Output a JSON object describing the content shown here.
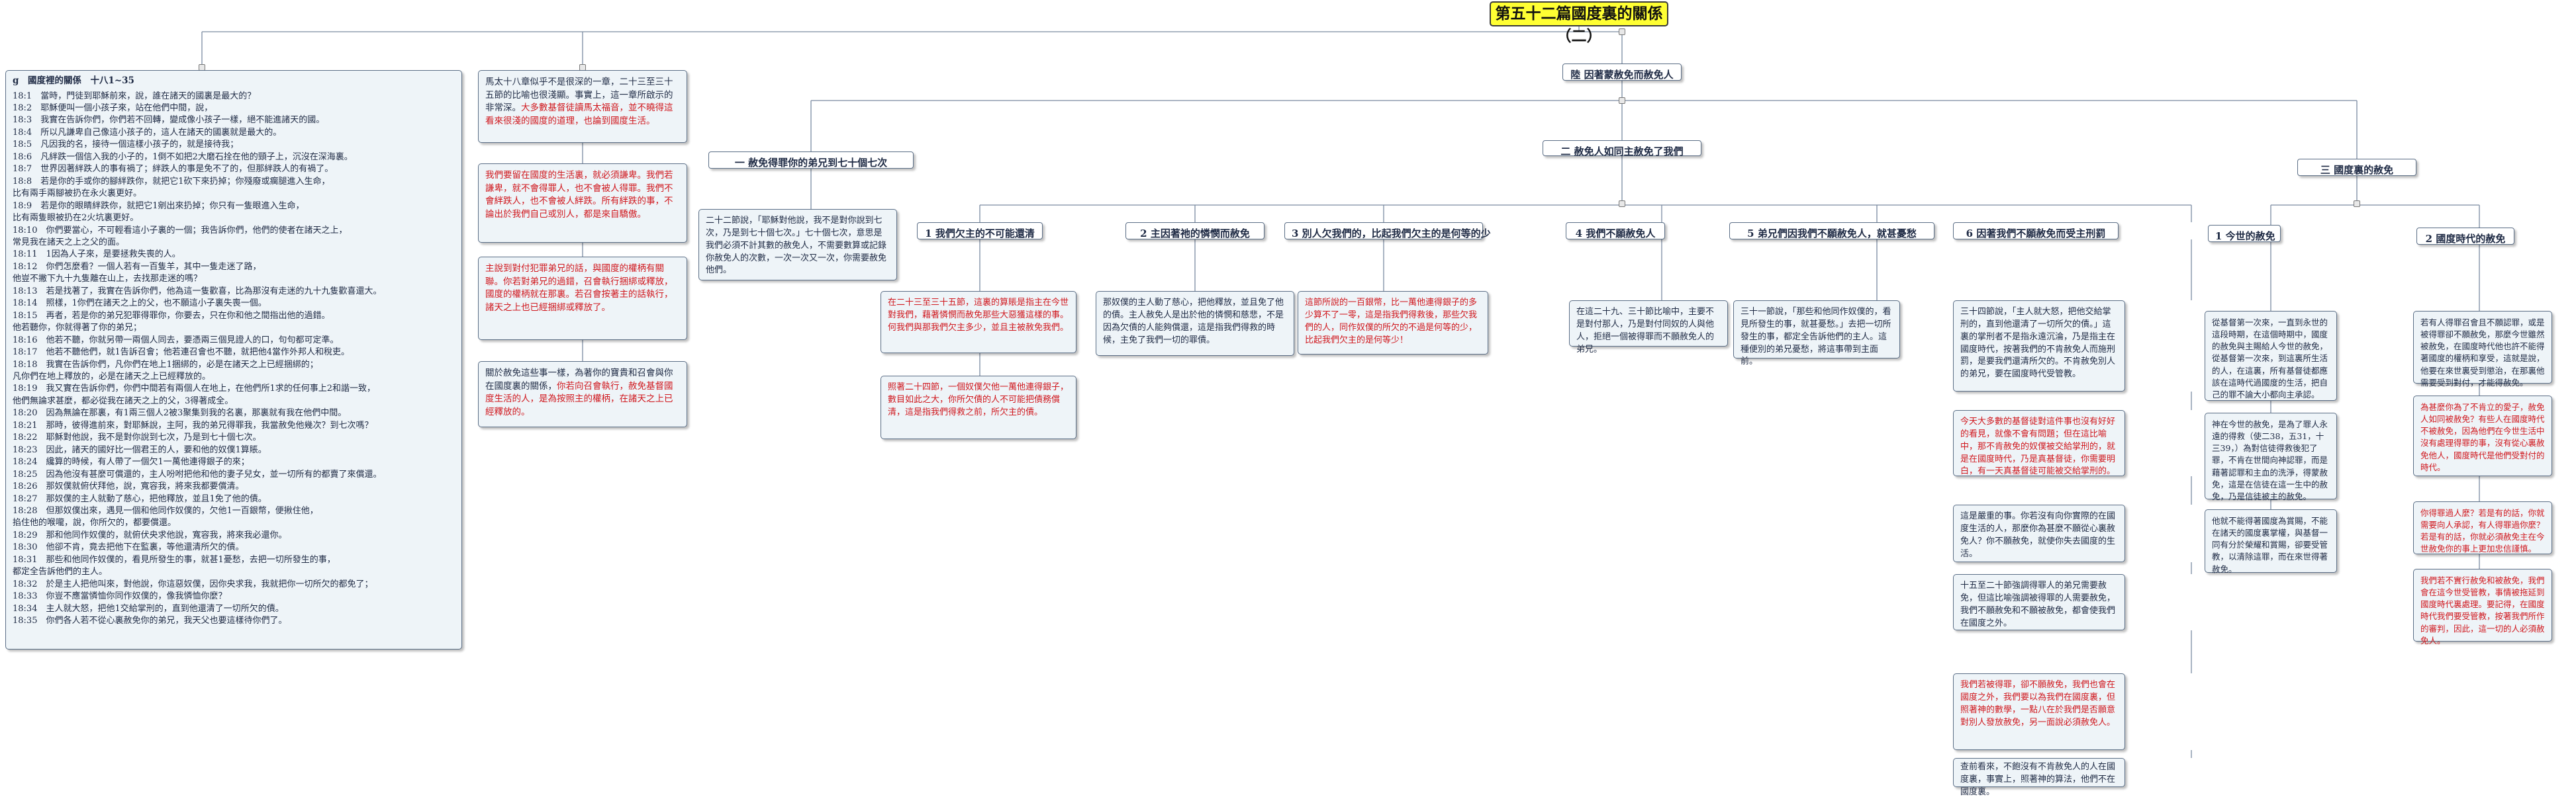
{
  "title": "第五十二篇國度裏的關係（二）",
  "colors": {
    "title_bg": "#ffff33",
    "box_bg": "#eef4f8",
    "red": "#d0181e",
    "line": "#7a8aa0"
  },
  "verses": {
    "heading": "g　國度裡的關係　十八1~35",
    "lines": [
      "18:1　當時，門徒到耶穌前來，說，誰在諸天的國裏是最大的？",
      "18:2　耶穌便叫一個小孩子來，站在他們中間，說，",
      "18:3　我實在告訴你們，你們若不回轉，變成像小孩子一樣，絕不能進諸天的國。",
      "18:4　所以凡謙卑自己像這小孩子的，這人在諸天的國裏就是最大的。",
      "18:5　凡因我的名，接待一個這樣小孩子的，就是接待我；",
      "18:6　凡絆跌一個信入我的小子的，1倒不如把2大磨石拴在他的頸子上，沉沒在深海裏。",
      "18:7　世界因著絆跌人的事有禍了；絆跌人的事是免不了的，但那絆跌人的有禍了。",
      "18:8　若是你的手或你的腳絆跌你，就把它1砍下來扔掉；你殘廢或瘸腿進入生命，",
      "比有兩手兩腳被扔在永火裏更好。",
      "18:9　若是你的眼睛絆跌你，就把它1剜出來扔掉；你只有一隻眼進入生命，",
      "比有兩隻眼被扔在2火坑裏更好。",
      "18:10　你們要當心，不可輕看這小子裏的一個；我告訴你們，他們的使者在諸天之上，",
      "常見我在諸天之上之父的面。",
      "18:11　1因為人子來，是要拯救失喪的人。",
      "18:12　你們怎麼看？一個人若有一百隻羊，其中一隻走迷了路，",
      "他豈不撇下九十九隻離在山上，去找那走迷的嗎？",
      "18:13　若是找著了，我實在告訴你們，他為這一隻歡喜，比為那沒有走迷的九十九隻歡喜還大。",
      "18:14　照樣，1你們在諸天之上的父，也不願這小子裏失喪一個。",
      "18:15　再者，若是你的弟兄犯罪得罪你，你要去，只在你和他之間指出他的過錯。",
      "他若聽你，你就得著了你的弟兄；",
      "18:16　他若不聽，你就另帶一兩個人同去，要憑兩三個見證人的口，句句都可定準。",
      "18:17　他若不聽他們，就1告訴召會；他若連召會也不聽，就把他4當作外邦人和稅吏。",
      "18:18　我實在告訴你們，凡你們在地上1捆綁的，必是在諸天之上已經捆綁的；",
      "凡你們在地上釋放的，必是在諸天之上已經釋放的。",
      "18:19　我又實在告訴你們，你們中間若有兩個人在地上，在他們所1求的任何事上2和諧一致，",
      "他們無論求甚麼，都必從我在諸天之上的父，3得著成全。",
      "18:20　因為無論在那裏，有1兩三個人2被3聚集到我的名裏，那裏就有我在他們中間。",
      "18:21　那時，彼得進前來，對耶穌說，主阿，我的弟兄得罪我，我當赦免他幾次？到七次嗎？",
      "18:22　耶穌對他說，我不是對你說到七次，乃是到七十個七次。",
      "18:23　因此，諸天的國好比一個君王的人，要和他的奴僕1算賬。",
      "18:24　纔算的時候，有人帶了一個欠1一萬他連得銀子的來；",
      "18:25　因為他沒有甚麼可償還的，主人吩咐把他和他的妻子兒女，並一切所有的都賣了來償還。",
      "18:26　那奴僕就俯伏拜他，說，寬容我，將來我都要償清。",
      "18:27　那奴僕的主人就動了慈心，把他釋放，並且1免了他的債。",
      "18:28　但那奴僕出來，遇見一個和他同作奴僕的，欠他1一百銀幣，便揪住他，",
      "掐住他的喉嚨，說，你所欠的，都要償還。",
      "18:29　那和他同作奴僕的，就俯伏央求他說，寬容我，將來我必還你。",
      "18:30　他卻不肯，竟去把他下在監裏，等他還清所欠的債。",
      "18:31　那些和他同作奴僕的，看見所發生的事，就甚1憂愁，去把一切所發生的事，",
      "都定全告訴他們的主人。",
      "18:32　於是主人把他叫來，對他說，你這惡奴僕，因你央求我，我就把你一切所欠的都免了；",
      "18:33　你豈不應當憐恤你同作奴僕的，像我憐恤你麼？",
      "18:34　主人就大怒，把他1交給掌刑的，直到他還清了一切所欠的債。",
      "18:35　你們各人若不從心裏赦免你的弟兄，我天父也要這樣待你們了。"
    ]
  },
  "col2": {
    "box1": "馬太十八章似乎不是很深的一章，二十三至三十五節的比喻也很淺顯。事實上，這一章所啟示的非常深。大多數基督徒讀馬太福音，並不曉得這看來很淺的國度的道理，也論到國度生活。",
    "box1_red": "大多數基督徒讀馬太福音，並不曉得這看來很淺的國度的道理，也論到國度生活。",
    "box2": "我們要留在國度的生活裏，就必須謙卑。我們若謙卑，就不會得罪人，也不會被人得罪。我們不會絆跌人，也不會被人絆跌。所有絆跌的事，不論出於我們自己或別人，都是來自驕傲。",
    "box3": "主說到對付犯罪弟兄的話，與國度的權柄有關聯。你若對弟兄的過錯，召會執行捆綁或釋放，國度的權柄就在那裏。若召會按著主的話執行，諸天之上也已經捆綁或釋放了。",
    "box4_black": "關於赦免這些事一樣，為著你的寶貴和召會與你在國度裏的關係，",
    "box4_red": "你若向召會執行，赦免基督國度生活的人，是為按照主的權柄，在諸天之上已經釋放的。"
  },
  "level1": {
    "left": "陸 因著蒙赦免而赦免人",
    "mid_left": "一 赦免得罪你的弟兄到七十個七次",
    "mid": "二 赦免人如同主赦免了我們",
    "right": "三 國度裏的赦免"
  },
  "sub": {
    "s1": "1 我們欠主的不可能還清",
    "s2": "2 主因著祂的憐憫而赦免",
    "s3": "3 別人欠我們的，比起我們欠主的是何等的少",
    "s4": "4 我們不願赦免人",
    "s5": "5 弟兄們因我們不願赦免人，就甚憂愁",
    "s6": "6 因著我們不願赦免而受主刑罰",
    "r1": "1 今世的赦免",
    "r2": "2 國度時代的赦免"
  },
  "texts": {
    "seventy": "二十二節說，「耶穌對他說，我不是對你說到七次，乃是到七十個七次。」七十個七次，意思是我們必須不計其數的赦免人，不需要數算或記錄你赦免人的次數，一次一次又一次，你需要赦免他們。",
    "s1": "在二十三至三十五節，這裏的算賬是指主在今世對我們，藉著憐憫而赦免那些大惡獲這樣的事。何我們與那我們欠主多少，並且主被赦免我們。",
    "s1b": "照著二十四節，一個奴僕欠他一萬他連得銀子，數目如此之大，你所欠債的人不可能把債務償清，這是指我們得救之前，所欠主的債。",
    "s2": "那奴僕的主人動了慈心，把他釋放，並且免了他的債。主人赦免人是出於他的憐憫和慈悲，不是因為欠債的人能夠償還，這是指我們得救的時候，主免了我們一切的罪債。",
    "s3": "這節所說的一百銀幣，比一萬他連得銀子的多少算不了一零，這是指我們得救後，那些欠我們的人，同作奴僕的所欠的不過是何等的少，比起我們欠主的是何等少！",
    "s4": "在這二十九、三十節比喻中，主要不是對付那人，乃是對付同奴的人與他人，拒絕一個被得罪而不願赦免人的弟兄。",
    "s5": "三十一節說，「那些和他同作奴僕的，看見所發生的事，就甚憂愁。」去把一切所發生的事，都定全告訴他們的主人。這種便別的弟兄憂愁，將這事帶到主面前。",
    "s6a": "三十四節說，「主人就大怒，把他交給掌刑的，直到他還清了一切所欠的債。」這裏的掌刑者不是指永遠沉淪，乃是指主在國度時代，按著我們的不肯赦免人而施刑罰，是要我們還清所欠的。不肯赦免別人的弟兄，要在國度時代受管教。",
    "s6b": "今天大多數的基督徒對這件事也沒有好好的看見，就像不會有問題；但在這比喻中，那不肯赦免的奴僕被交給掌刑的，就是在國度時代，乃是真基督徒，你需要明白，有一天真基督徒可能被交給掌刑的。",
    "s6c": "這是嚴重的事。你若沒有向你實際的在國度生活的人，那麼你為甚麼不願從心裏赦免人？你不願赦免，就使你失去國度的生活。",
    "s6d": "十五至二十節強調得罪人的弟兄需要赦免，但這比喻強調被得罪的人需要赦免，我們不願赦免和不願被赦免，都會使我們在國度之外。",
    "s6e": "我們若被得罪，卻不願赦免，我們也會在國度之外，我們要以為我們在國度裏，但照著神的數學，一點八在於我們是否願意對別人發放赦免，另一面說必須赦免人。",
    "s6f": "查前看來，不飽沒有不肯赦免人的人在國度裏，事實上，照著神的算法，他們不在國度裏。",
    "r1a": "從基督第一次來，一直到永世的這段時期，在這個時期中，國度的赦免與主賜給人今世的赦免，從基督第一次來，到這裏所生活的人，在這裏，所有基督徒都應該在這時代過國度的生活，把自己的罪不論大小都向主承認。",
    "r1b": "神在今世的赦免，是為了罪人永遠的得救（使二38，五31，十三39，）為對信徒得救後犯了罪，不肯在世間向神認罪，而是藉著認罪和主血的洗淨，得蒙赦免，這是在信徒在這一生中的赦免，乃是信徒被主的赦免。",
    "r1c": "他就不能得著國度為賞賜，不能在諸天的國度裏掌權，與基督一同有分於榮耀和賞賜，卻要受管教，以清除這罪，而在來世得著赦免。",
    "r2a": "若有人得罪召會且不願認罪，或是被得罪卻不願赦免，那麼今世雖然被赦免，在國度時代他也許不能得著國度的權柄和享受，這就是說，他要在來世裏受到懲治，在那裏他需要受到對付，才能得赦免。",
    "r2b": "為甚麼你為了不肯立的愛子，赦免人如同被赦免？有些人在國度時代不被赦免，因為他們在今世生活中沒有處理得罪的事，沒有從心裏赦免他人，國度時代是他們受對付的時代。",
    "r2c": "你得罪過人麼？若是有的話，你就需要向人承認，有人得罪過你麼？若是有的話，你就必須赦免主在今世赦免你的事上更加忠信謹慎。",
    "r2d": "我們若不實行赦免和被赦免，我們會在這今世受管教，事情被拖延到國度時代裏處理。要記得，在國度時代我們要受管教，按著我們所作的審判，因此，這一切的人必須赦免人。"
  }
}
